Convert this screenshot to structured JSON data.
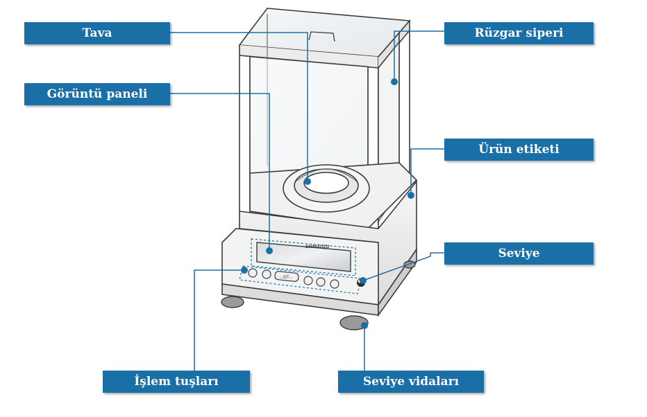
{
  "colors": {
    "label_bg": "#1a6fa6",
    "label_text": "#ffffff",
    "leader_line": "#1a6fa6",
    "device_outline": "#3a3a3a"
  },
  "brand": "SHIMADZU",
  "callouts": {
    "pan": "Tava",
    "display_panel": "Görüntü paneli",
    "operation_keys": "İşlem tuşları",
    "draft_shield": "Rüzgar siperi",
    "product_label": "Ürün etiketi",
    "level": "Seviye",
    "leveling_screws": "Seviye vidaları"
  },
  "keys": [
    "→0/T←"
  ]
}
